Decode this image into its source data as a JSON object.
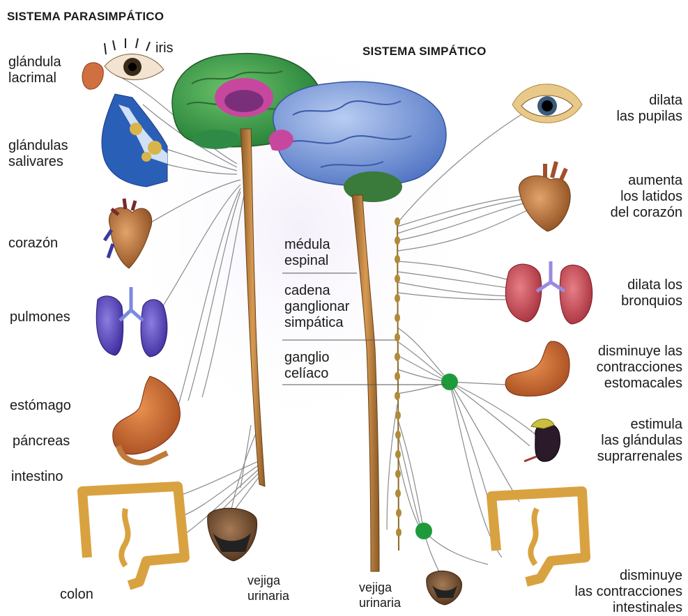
{
  "titles": {
    "left": "SISTEMA PARASIMPÁTICO",
    "right": "SISTEMA SIMPÁTICO"
  },
  "left_labels": {
    "iris": "iris",
    "lacrimal": [
      "glándula",
      "lacrimal"
    ],
    "salivary": [
      "glándulas",
      "salivares"
    ],
    "heart": "corazón",
    "lungs": "pulmones",
    "stomach": "estómago",
    "pancreas": "páncreas",
    "intestine": "intestino",
    "colon": "colon",
    "bladder": [
      "vejiga",
      "urinaria"
    ]
  },
  "center_labels": {
    "spinal_cord": [
      "médula",
      "espinal"
    ],
    "ganglion_chain": [
      "cadena",
      "ganglionar",
      "simpática"
    ],
    "celiac_ganglion": [
      "ganglio",
      "celíaco"
    ],
    "bladder": [
      "vejiga",
      "urinaria"
    ]
  },
  "right_labels": {
    "pupils": [
      "dilata",
      "las pupilas"
    ],
    "heart": [
      "aumenta",
      "los latidos",
      "del corazón"
    ],
    "bronchi": [
      "dilata los",
      "bronquios"
    ],
    "stomach": [
      "disminuye las",
      "contracciones",
      "estomacales"
    ],
    "adrenal": [
      "estimula",
      "las glándulas",
      "suprarrenales"
    ],
    "intestine": [
      "disminuye",
      "las contracciones",
      "intestinales"
    ]
  }
}
